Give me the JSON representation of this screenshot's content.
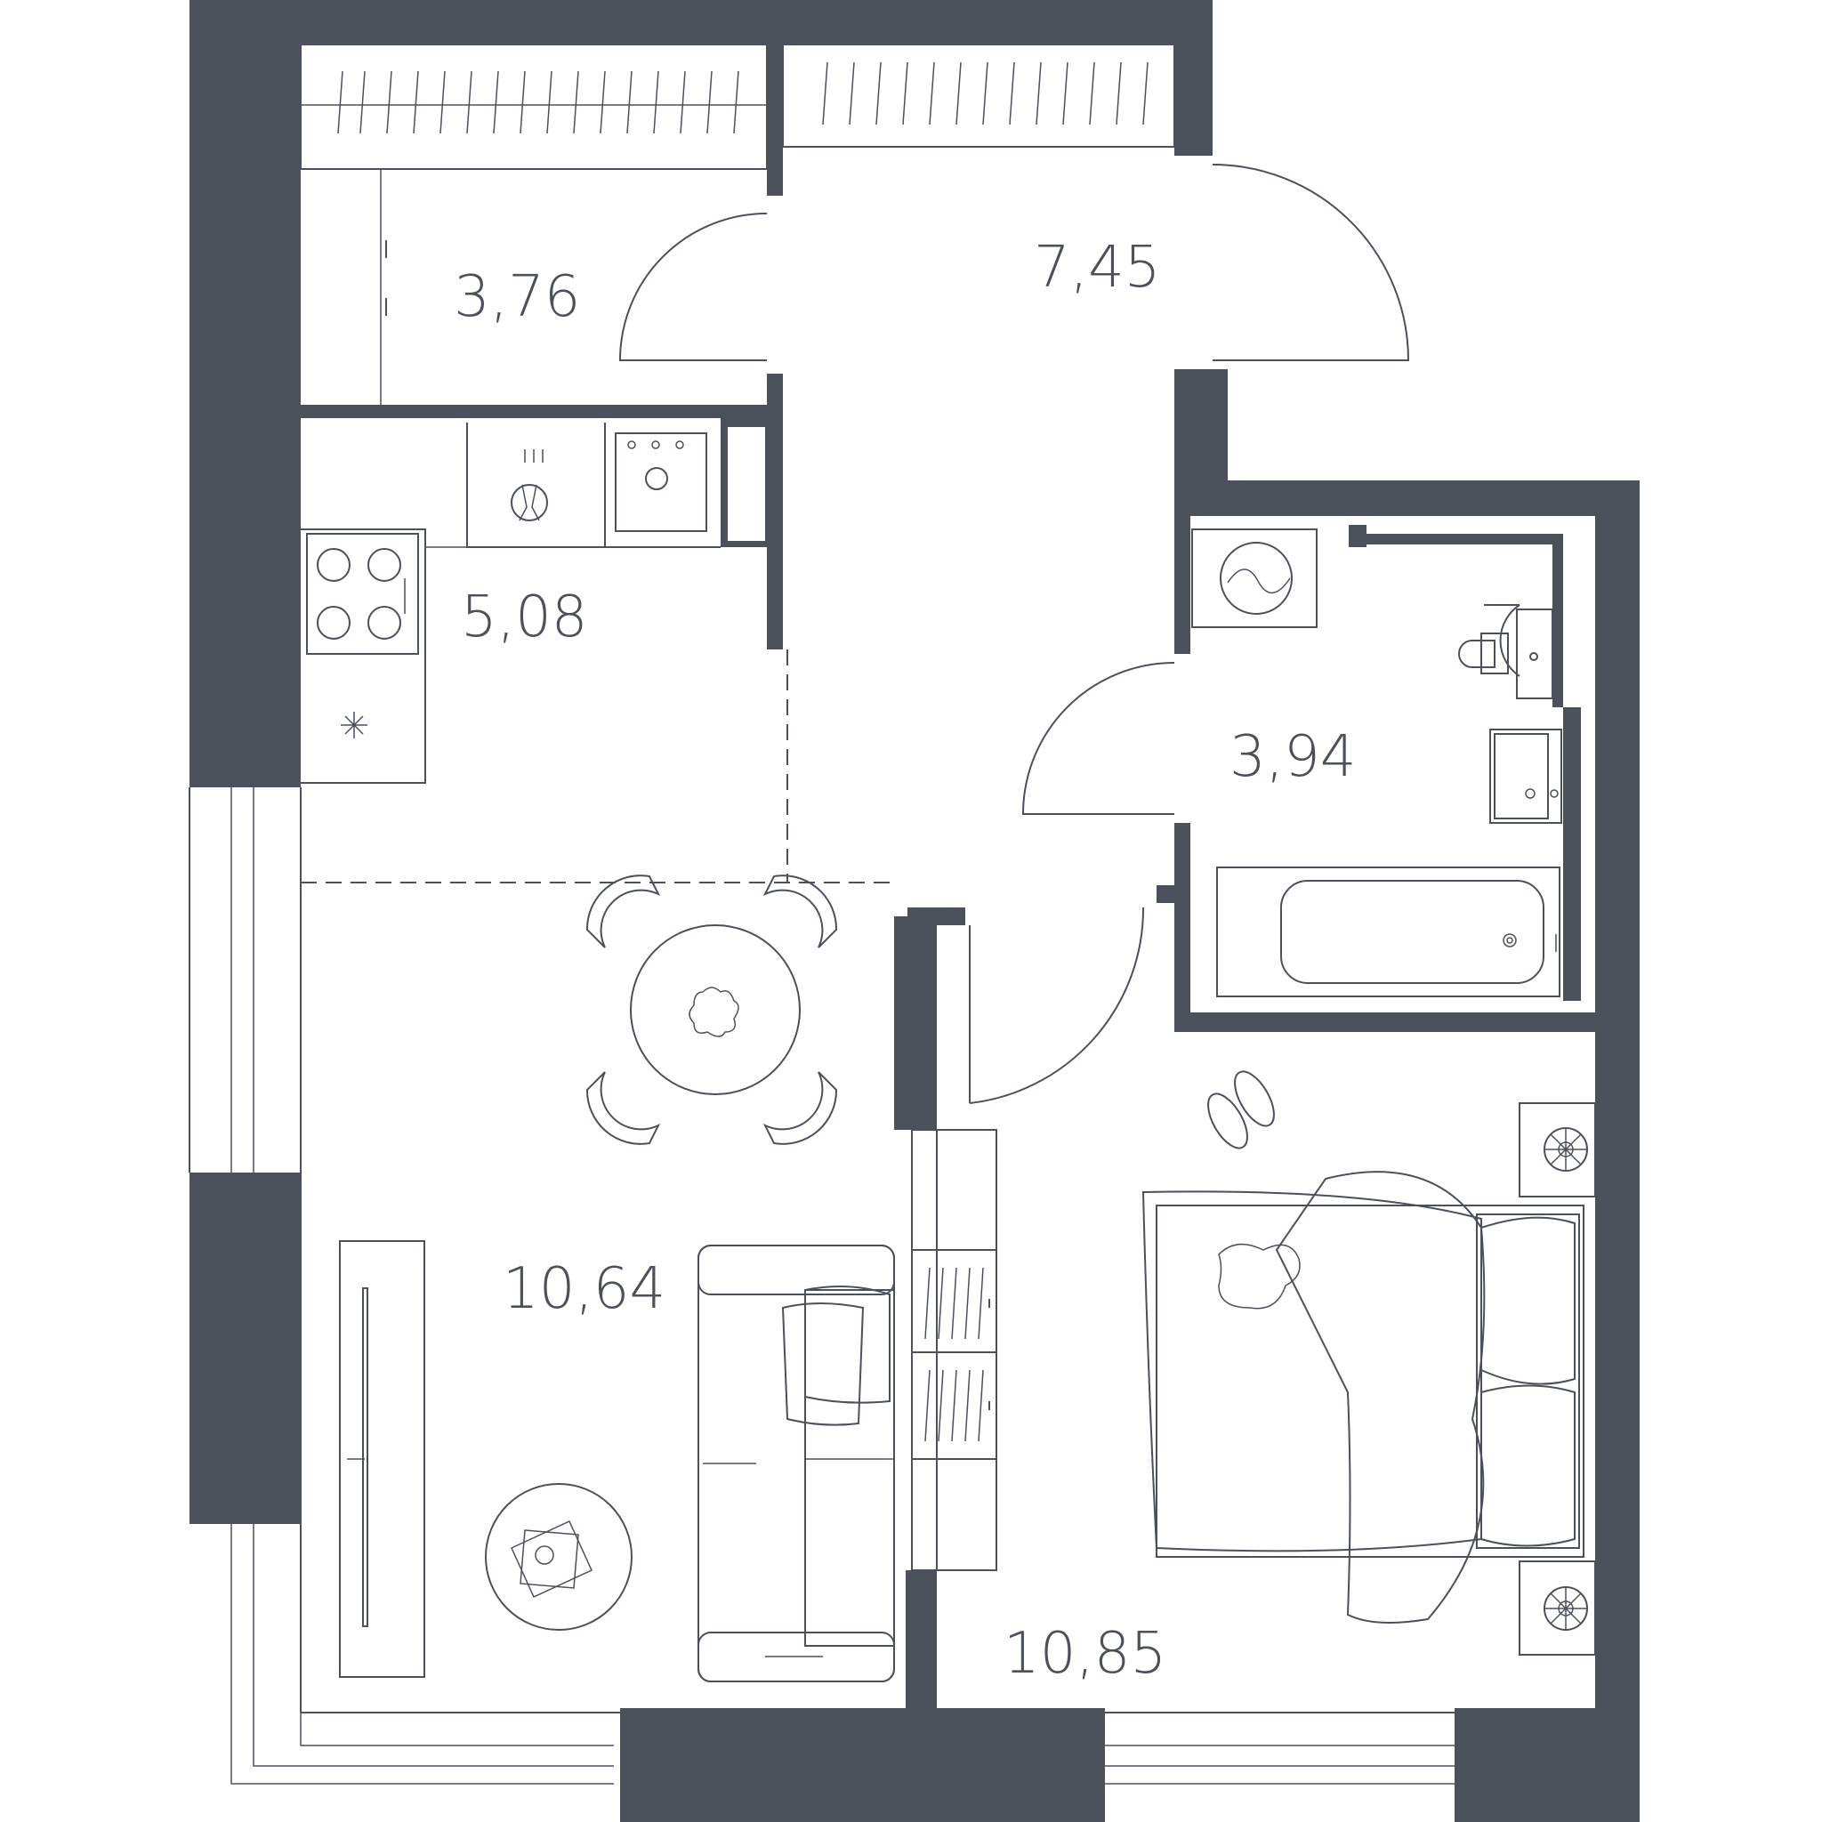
{
  "plan": {
    "wall_color": "#4b505b",
    "background_color": "#ffffff",
    "rooms": [
      {
        "id": "storage",
        "area": "3,76"
      },
      {
        "id": "hallway",
        "area": "7,45"
      },
      {
        "id": "kitchen",
        "area": "5,08"
      },
      {
        "id": "bathroom",
        "area": "3,94"
      },
      {
        "id": "living",
        "area": "10,64"
      },
      {
        "id": "bedroom",
        "area": "10,85"
      }
    ]
  }
}
